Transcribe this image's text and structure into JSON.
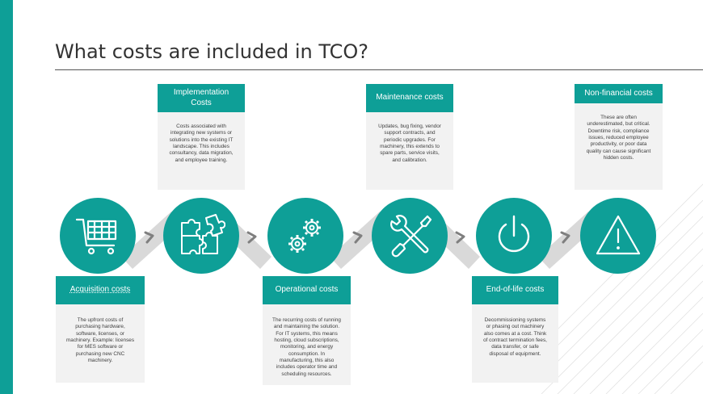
{
  "slide": {
    "title": "What costs are included in TCO?"
  },
  "colors": {
    "accent": "#0e9f97",
    "box_bg": "#f2f2f2",
    "connector": "#d9d9d9",
    "arrow": "#7f7f7f"
  },
  "stages": [
    {
      "label": "Acquisition costs",
      "icon": "shopping-cart-icon",
      "text": "The upfront costs of purchasing hardware, software, licenses, or machinery. Example: licenses for MES software or purchasing new CNC machinery."
    },
    {
      "label": "Implementation Costs",
      "icon": "puzzle-icon",
      "text": "Costs associated with integrating new systems or solutions into the existing IT landscape. This includes consultancy, data migration, and employee training."
    },
    {
      "label": "Operational costs",
      "icon": "gears-icon",
      "text": "The recurring costs of running and maintaining the solution. For IT systems, this means hosting, cloud subscriptions, monitoring, and energy consumption. In manufacturing, this also includes operator time and scheduling resources."
    },
    {
      "label": "Maintenance costs",
      "icon": "wrench-screwdriver-icon",
      "text": "Updates, bug fixing, vendor support contracts, and periodic upgrades. For machinery, this extends to spare parts, service visits, and calibration."
    },
    {
      "label": "End-of-life costs",
      "icon": "power-icon",
      "text": "Decommissioning systems or phasing out machinery also comes at a cost. Think of contract termination fees, data transfer, or safe disposal of equipment."
    },
    {
      "label": "Non-financial costs",
      "icon": "warning-icon",
      "text": "These are often underestimated, but critical. Downtime risk, compliance issues, reduced employee productivity, or poor data quality can cause significant hidden costs."
    }
  ]
}
